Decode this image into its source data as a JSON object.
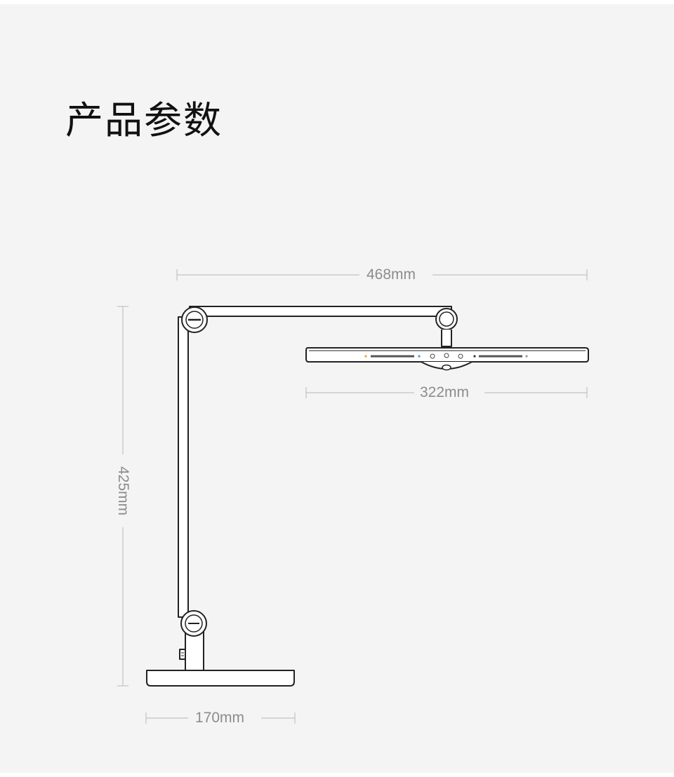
{
  "title": "产品参数",
  "dimensions": {
    "overall_width": "468mm",
    "head_width": "322mm",
    "height": "425mm",
    "base_width": "170mm"
  },
  "colors": {
    "background": "#f4f4f4",
    "line": "#222222",
    "dimension_line": "#bdbdbd",
    "dimension_text": "#8c8c8c",
    "indicator_orange": "#f0a030",
    "indicator_blue": "#3a9fe0"
  }
}
